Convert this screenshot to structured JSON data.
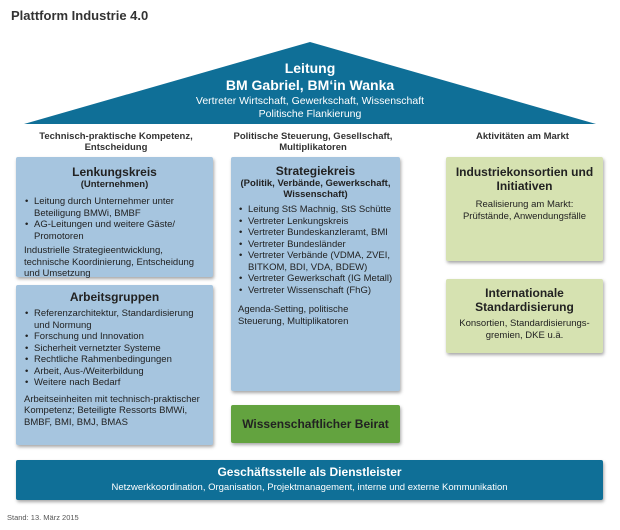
{
  "page_title": "Plattform Industrie 4.0",
  "roof": {
    "title": "Leitung",
    "names": "BM Gabriel, BM‘in Wanka",
    "line1": "Vertreter Wirtschaft, Gewerkschaft, Wissenschaft",
    "line2": "Politische Flankierung"
  },
  "columns": [
    "Technisch-praktische Kompetenz, Entscheidung",
    "Politische Steuerung, Gesellschaft, Multiplikatoren",
    "Aktivitäten am Markt"
  ],
  "lenkungskreis": {
    "title": "Lenkungskreis",
    "subtitle": "(Unternehmen)",
    "items": [
      "Leitung durch Unternehmer unter Beteiligung BMWi, BMBF",
      "AG-Leitungen und weitere Gäste/ Promotoren"
    ],
    "note": "Industrielle Strategieentwicklung, technische Koordinierung, Entscheidung und Umsetzung"
  },
  "arbeitsgruppen": {
    "title": "Arbeitsgruppen",
    "items": [
      "Referenzarchitektur, Standardisierung und Normung",
      "Forschung und Innovation",
      "Sicherheit vernetzter Systeme",
      "Rechtliche Rahmenbedingungen",
      "Arbeit, Aus-/Weiterbildung",
      "Weitere nach Bedarf"
    ],
    "note": "Arbeitseinheiten mit technisch-praktischer Kompetenz; Beteiligte Ressorts BMWi, BMBF, BMI, BMJ, BMAS"
  },
  "strategiekreis": {
    "title": "Strategiekreis",
    "subtitle": "(Politik, Verbände, Gewerkschaft, Wissenschaft)",
    "items": [
      "Leitung StS Machnig, StS Schütte",
      "Vertreter Lenkungskreis",
      "Vertreter Bundeskanzleramt, BMI",
      "Vertreter Bundesländer",
      "Vertreter Verbände (VDMA, ZVEI, BITKOM, BDI, VDA, BDEW)",
      "Vertreter Gewerkschaft (IG Metall)",
      "Vertreter Wissenschaft (FhG)"
    ],
    "note": "Agenda-Setting, politische Steuerung, Multiplikatoren"
  },
  "beirat": {
    "title": "Wissenschaftlicher Beirat"
  },
  "industriekonsortien": {
    "title": "Industriekonsortien und Initiativen",
    "text": "Realisierung am Markt: Prüfstände, Anwendungsfälle"
  },
  "standardisierung": {
    "title": "Internationale Standardisierung",
    "text": "Konsortien, Standardisierungs-gremien, DKE u.ä."
  },
  "geschaeftsstelle": {
    "title": "Geschäftsstelle als Dienstleister",
    "text": "Netzwerkkoordination, Organisation, Projektmanagement, interne und externe Kommunikation"
  },
  "footer": "Stand: 13. März 2015",
  "colors": {
    "roof": "#0f6f97",
    "blue_box": "#a6c5df",
    "green_box": "#d6e2b1",
    "beirat": "#63a33f",
    "geschaeftsstelle": "#0f6f97"
  }
}
